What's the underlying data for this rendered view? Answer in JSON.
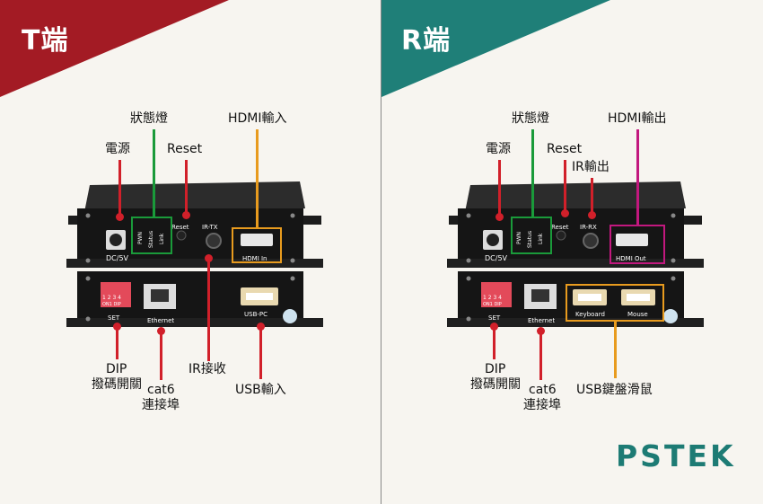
{
  "colors": {
    "red": "#d1202a",
    "green": "#1a9a3a",
    "orange": "#e89b1e",
    "magenta": "#c2187e",
    "banner_left": "#a31b24",
    "banner_right": "#1f7f78"
  },
  "left": {
    "title": "T端",
    "labels": {
      "status": "狀態燈",
      "hdmi": "HDMI輸入",
      "power": "電源",
      "reset": "Reset",
      "dip_line1": "DIP",
      "dip_line2": "撥碼開關",
      "cat6_line1": "cat6",
      "cat6_line2": "連接埠",
      "ir": "IR接收",
      "usb": "USB輸入"
    },
    "device": {
      "dc": "DC/5V",
      "pwn": "PWN",
      "status": "Status",
      "link": "Link",
      "reset": "Reset",
      "ir_port": "IR-TX",
      "hdmi_port": "HDMI In",
      "set": "SET",
      "ethernet": "Ethernet",
      "usb_port": "USB-PC",
      "dip_nums": "1 2 3 4",
      "dip_on": "ON1 DIP"
    }
  },
  "right": {
    "title": "R端",
    "labels": {
      "status": "狀態燈",
      "hdmi": "HDMI輸出",
      "power": "電源",
      "reset": "Reset",
      "ir": "IR輸出",
      "dip_line1": "DIP",
      "dip_line2": "撥碼開關",
      "cat6_line1": "cat6",
      "cat6_line2": "連接埠",
      "usb": "USB鍵盤滑鼠"
    },
    "device": {
      "dc": "DC/5V",
      "pwn": "PWN",
      "status": "Status",
      "link": "Link",
      "reset": "Reset",
      "ir_port": "IR-RX",
      "hdmi_port": "HDMI Out",
      "set": "SET",
      "ethernet": "Ethernet",
      "keyboard": "Keyboard",
      "mouse": "Mouse",
      "dip_nums": "1 2 3 4",
      "dip_on": "ON1 DIP"
    }
  },
  "logo": "PSTEK"
}
